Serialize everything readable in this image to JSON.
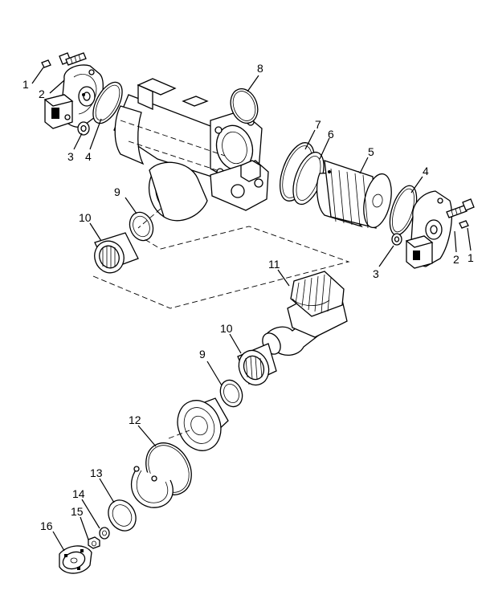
{
  "figure": {
    "kind": "exploded parts diagram",
    "callouts": {
      "p1_left": "1",
      "p2_left": "2",
      "p3_left": "3",
      "p4_left": "4",
      "p8": "8",
      "p7": "7",
      "p6": "6",
      "p5": "5",
      "p4_right": "4",
      "p9_top": "9",
      "p10_top": "10",
      "p1_right": "1",
      "p2_right": "2",
      "p3_right": "3",
      "p11": "11",
      "p10_mid": "10",
      "p9_mid": "9",
      "p12": "12",
      "p13": "13",
      "p14": "14",
      "p15": "15",
      "p16": "16"
    }
  }
}
